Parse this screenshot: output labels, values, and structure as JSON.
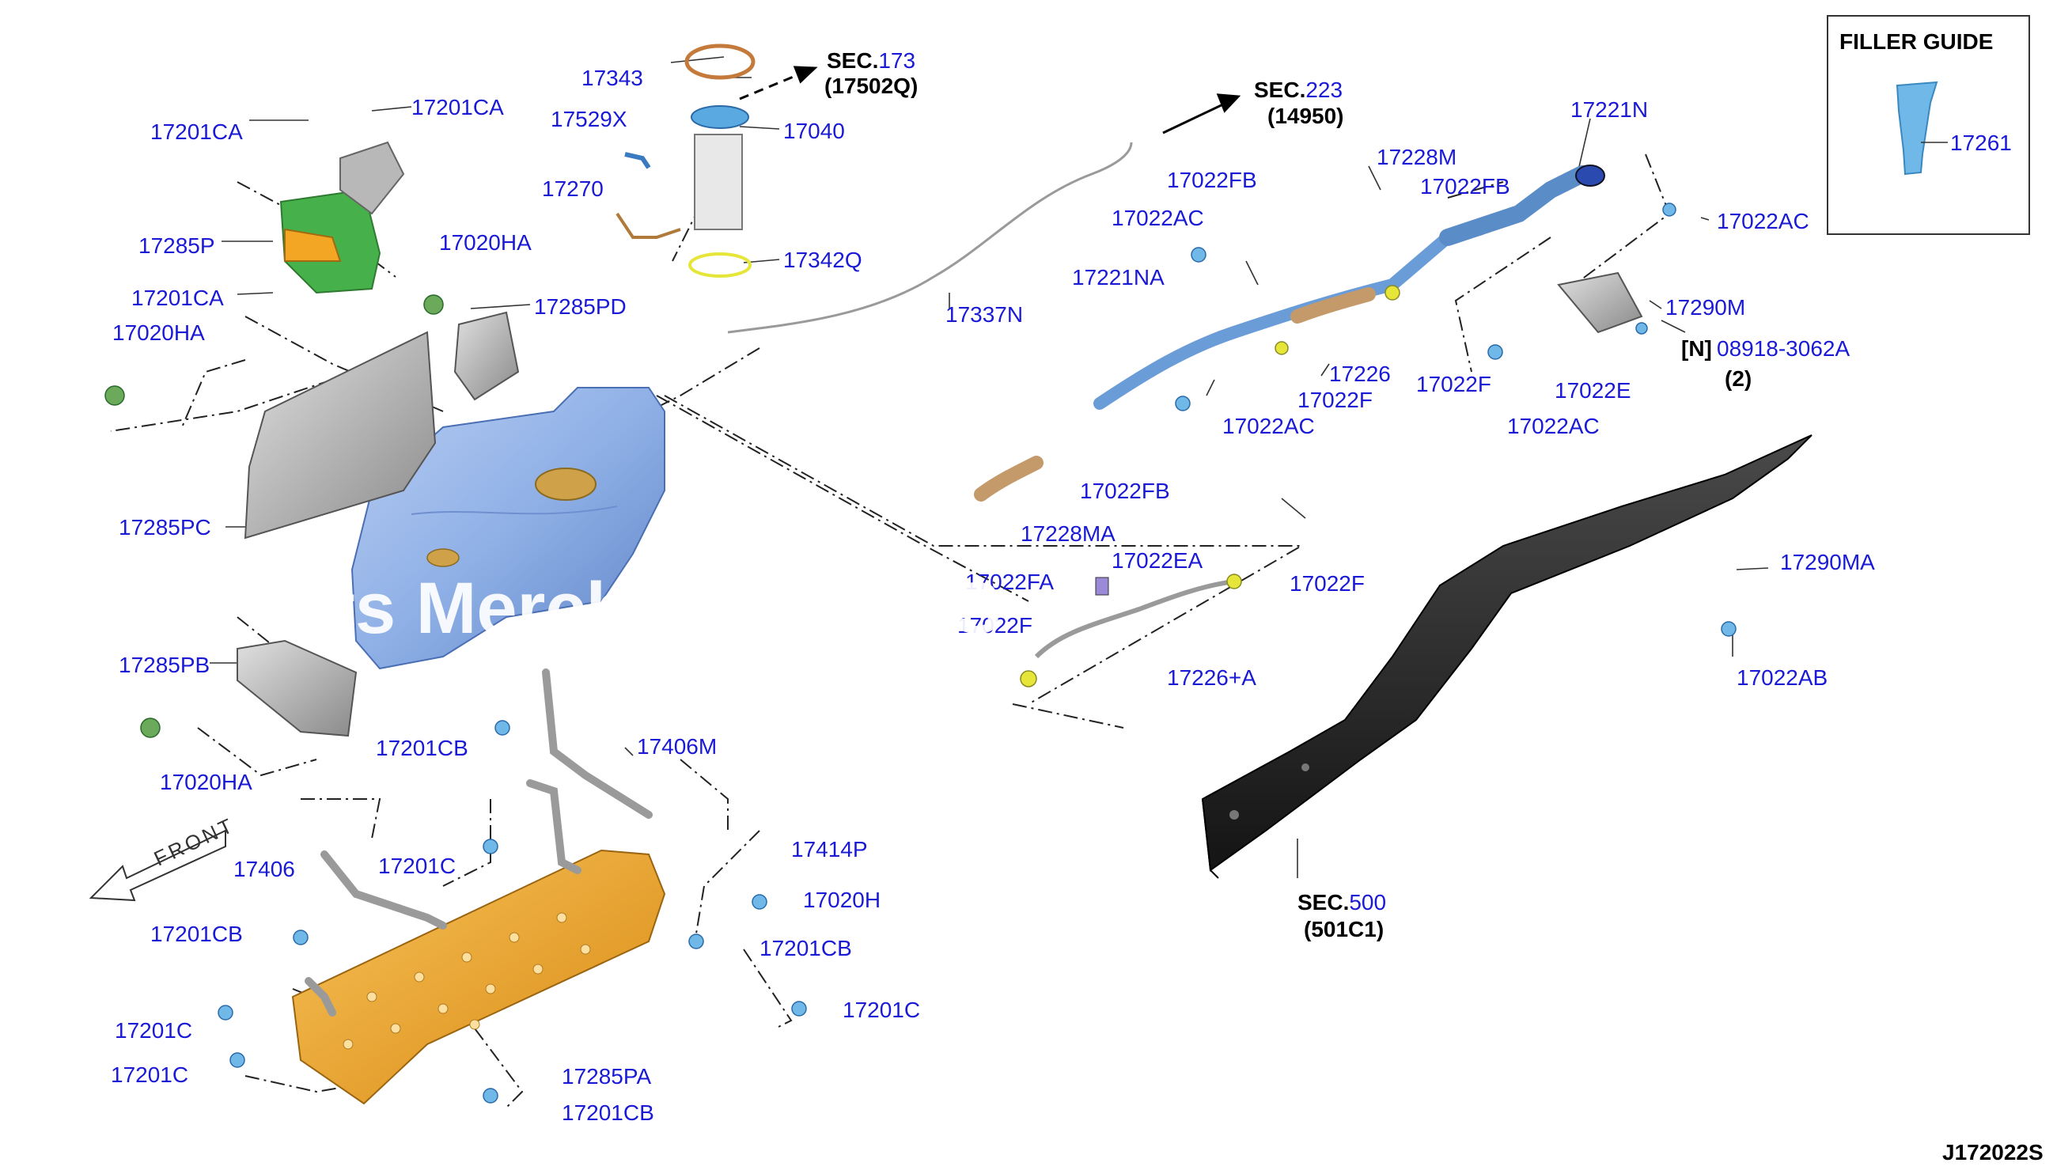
{
  "filler_guide": {
    "title": "FILLER GUIDE",
    "part": "17261"
  },
  "sections": [
    {
      "key": "SEC.",
      "num": "173",
      "sub": "(17502Q)"
    },
    {
      "key": "SEC.",
      "num": "223",
      "sub": "(14950)"
    },
    {
      "key": "SEC.",
      "num": "500",
      "sub": "(501C1)"
    }
  ],
  "labels": {
    "l1": "17343",
    "l2": "17529X",
    "l3": "17040",
    "l4": "17270",
    "l5": "17342Q",
    "l6": "17201CA",
    "l7": "17201CA",
    "l8": "17285P",
    "l9": "17020HA",
    "l10": "17201CA",
    "l11": "17285PD",
    "l12": "17020HA",
    "l13": "17285PC",
    "l14": "17285PB",
    "l15": "17020HA",
    "l16": "17201CB",
    "l17": "17406M",
    "l18": "17337N",
    "l19": "17221N",
    "l20": "17228M",
    "l21": "17022FB",
    "l22": "17022FB",
    "l23": "17022AC",
    "l24": "17022AC",
    "l25": "17221NA",
    "l26": "17226",
    "l27": "17022F",
    "l28": "17022F",
    "l29": "17022E",
    "l30": "17022AC",
    "l31": "17290M",
    "l32": "08918-3062A",
    "l33": "17022AC",
    "l34": "17022FB",
    "l35": "17228MA",
    "l36": "17022FA",
    "l37": "17022EA",
    "l38": "17022F",
    "l39": "17226+A",
    "l40": "17022F",
    "l41": "17290MA",
    "l42": "17022AB",
    "l43": "17406",
    "l44": "17201C",
    "l45": "17414P",
    "l46": "17020H",
    "l47": "17201CB",
    "l48": "17201CB",
    "l49": "17201C",
    "l50": "17201C",
    "l51": "17201C",
    "l52": "17285PA",
    "l53": "17201CB"
  },
  "note_n": "[N]",
  "note_qty": "(2)",
  "front_label": "FRONT",
  "diagram_id": "J172022S",
  "watermark": "Parts Merchant PARTS",
  "colors": {
    "label": "#1a1ad6",
    "tank": "#8fb0e6",
    "skid": "#f2a623",
    "bracket_green": "#46b04a",
    "hose": "#b79a72",
    "frame": "#2a2a2a",
    "clip_yellow": "#e6e63a"
  }
}
